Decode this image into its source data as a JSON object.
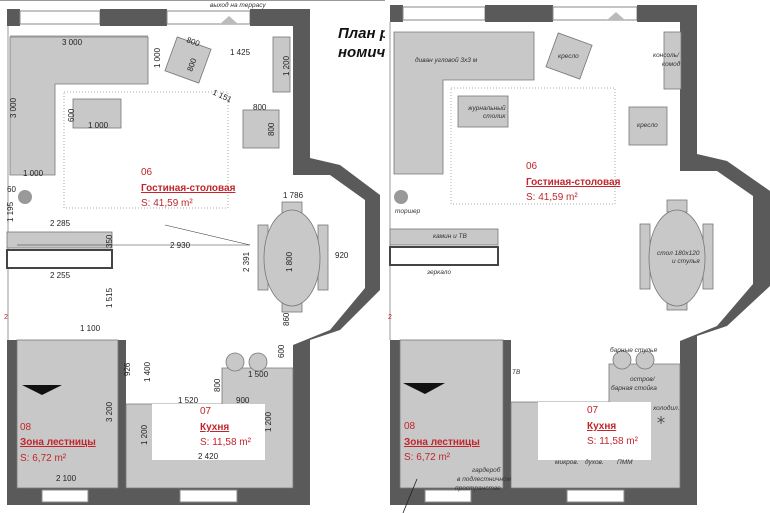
{
  "title": {
    "line1": "План р",
    "line2": "номич"
  },
  "terrace_exit": "выход на террасу",
  "rooms": {
    "living": {
      "number": "06",
      "name": "Гостиная-столовая",
      "area": "S: 41,59 m²"
    },
    "kitchen": {
      "number": "07",
      "name": "Кухня",
      "area": "S: 11,58 m²"
    },
    "stairs": {
      "number": "08",
      "name": "Зона лестницы",
      "area": "S: 6,72 m²"
    }
  },
  "marker": "2",
  "left_plan": {
    "dimensions": [
      "3 000",
      "1 000",
      "800",
      "800",
      "1 425",
      "1 200",
      "1 151",
      "800",
      "800",
      "3 000",
      "600",
      "1 000",
      "1 000",
      "60",
      "1 195",
      "2 285",
      "350",
      "2 930",
      "1 786",
      "2 391",
      "1 800",
      "920",
      "2 255",
      "1 515",
      "1 100",
      "926",
      "1 400",
      "600",
      "1 500",
      "800",
      "1 520",
      "900",
      "3 200",
      "1 200",
      "1 200",
      "2 420",
      "2 100",
      "860"
    ]
  },
  "right_plan": {
    "labels": {
      "sofa": "диван угловой 3х3 м",
      "armchair1": "кресло",
      "console1": "консоль/",
      "console2": "комод",
      "coffee1": "журнальный",
      "coffee2": "столик",
      "armchair2": "кресло",
      "lamp": "торшер",
      "fireplace": "камин и ТВ",
      "mirror": "зеркало",
      "table1": "стол 180х120",
      "table2": "и стулья",
      "barstools": "барные стулья",
      "tv": "ТВ",
      "island1": "остров/",
      "island2": "барная стойка",
      "fridge": "холодил.",
      "microwave": "микров.",
      "oven": "духов.",
      "dishwasher": "ПММ",
      "wardrobe1": "гардероб",
      "wardrobe2": "в подлестничном",
      "wardrobe3": "пространстве"
    }
  }
}
